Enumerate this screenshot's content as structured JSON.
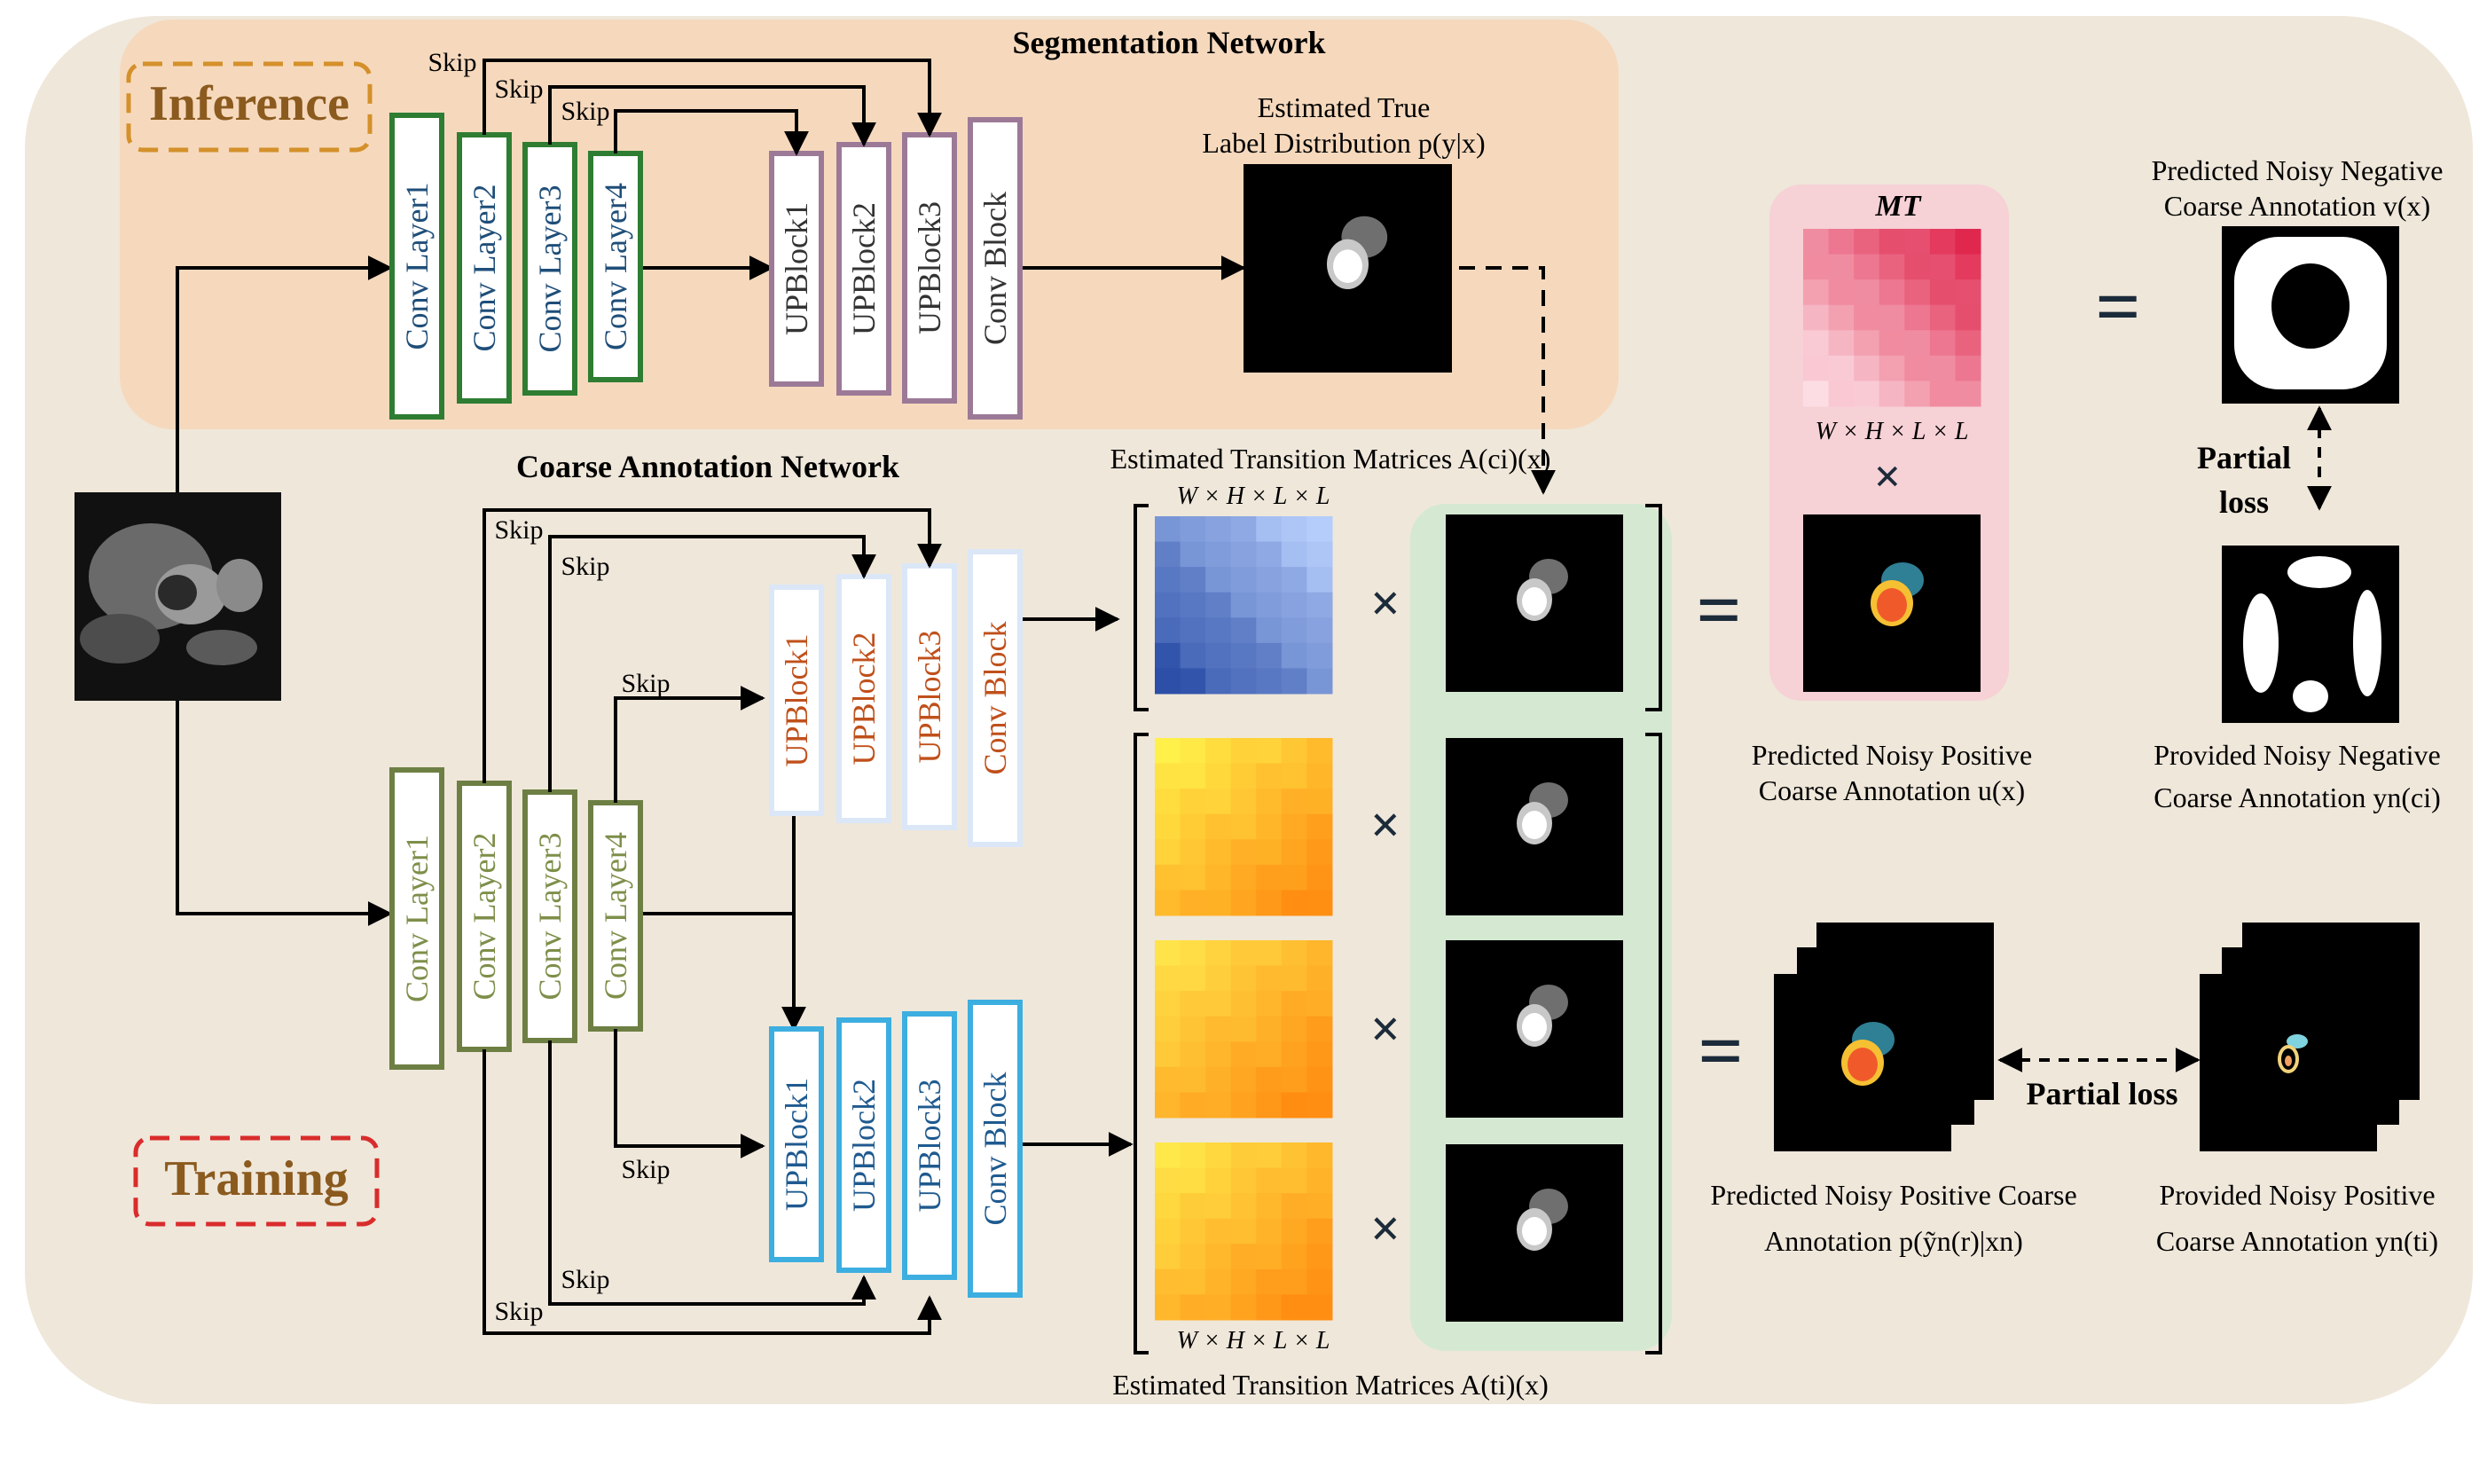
{
  "segmentation": {
    "title": "Segmentation Network",
    "encoder": [
      "Conv Layer1",
      "Conv Layer2",
      "Conv Layer3",
      "Conv Layer4"
    ],
    "decoder": [
      "UPBlock1",
      "UPBlock2",
      "UPBlock3",
      "Conv Block"
    ],
    "skip_label": "Skip",
    "output_label_line1": "Estimated True",
    "output_label_line2": "Label Distribution p(y|x)"
  },
  "coarse": {
    "title": "Coarse Annotation Network",
    "encoder": [
      "Conv Layer1",
      "Conv Layer2",
      "Conv Layer3",
      "Conv Layer4"
    ],
    "decoder_top": [
      "UPBlock1",
      "UPBlock2",
      "UPBlock3",
      "Conv Block"
    ],
    "decoder_bottom": [
      "UPBlock1",
      "UPBlock2",
      "UPBlock3",
      "Conv Block"
    ],
    "skip_label": "Skip"
  },
  "badges": {
    "inference": "Inference",
    "training": "Training"
  },
  "transition": {
    "top_label": "Estimated Transition Matrices A(ci)(x)",
    "bottom_label": "Estimated Transition Matrices A(ti)(x)",
    "dims": "W × H × L × L"
  },
  "operators": {
    "times": "×",
    "equals": "="
  },
  "right": {
    "mt_label": "MT",
    "mt_dims": "W × H × L × L",
    "pred_neg_line1": "Predicted Noisy Negative",
    "pred_neg_line2": "Coarse Annotation v(x)",
    "partial_loss_line1": "Partial",
    "partial_loss_line2": "loss",
    "prov_neg_line1": "Provided Noisy Negative",
    "prov_neg_line2": "Coarse Annotation yn(ci)",
    "pred_pos_u_line1": "Predicted Noisy Positive",
    "pred_pos_u_line2": "Coarse Annotation u(x)",
    "partial_loss_inline": "Partial loss",
    "pred_pos_coarse_line1": "Predicted Noisy Positive Coarse",
    "pred_pos_coarse_line2": "Annotation p(ỹn(r)|xn)",
    "prov_pos_line1": "Provided Noisy Positive",
    "prov_pos_line2": "Coarse Annotation yn(ti)"
  },
  "colors": {
    "background_panel": "#efe7da",
    "inference_panel": "#f6d9bd",
    "green_panel": "#d5e9d2",
    "pink_panel": "#f6d1d6",
    "seg_encoder_border": "#2e7d32",
    "seg_encoder_text": "#1f4e79",
    "seg_decoder_border": "#9c7a97",
    "coarse_encoder_border": "#6e7f44",
    "coarse_encoder_text": "#7e8f4a",
    "coarse_top_text": "#c0501b",
    "coarse_bottom_border": "#3daee0",
    "coarse_bottom_text": "#1f5a8f",
    "inference_badge": "#d4902a",
    "training_badge": "#d92c2c",
    "badge_text": "#8b5a1e"
  }
}
